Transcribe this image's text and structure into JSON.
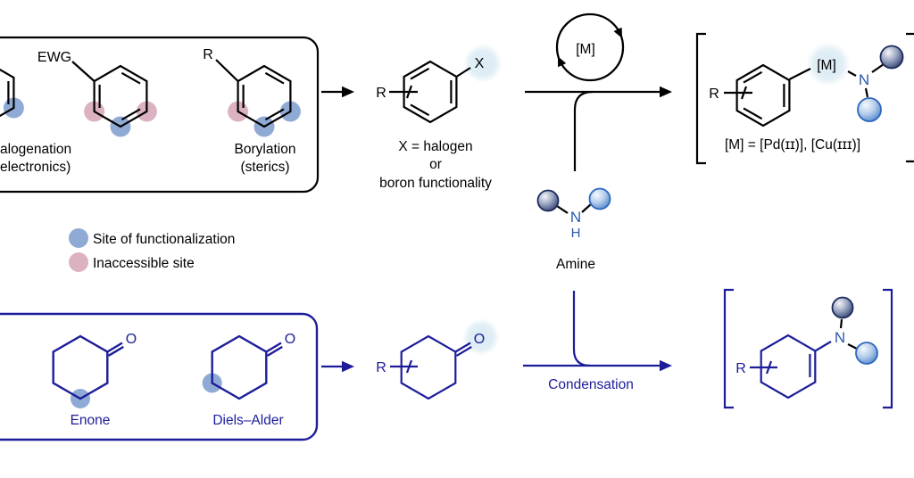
{
  "colors": {
    "line_black": "#000000",
    "navy": "#1d1d99",
    "atom_blue": "#2a58b0",
    "site_blue": "#8fabd5",
    "inaccessible_pink": "#dcb2c2",
    "halo_blue": "#ddecf5",
    "sphere_dark": "#1d2c5e",
    "sphere_light": "#3e78c6"
  },
  "arene_box": {
    "ewg_label": "EWG",
    "r_label": "R",
    "caption_left_line1": "alogenation",
    "caption_left_line2": "electronics)",
    "caption_right_line1": "Borylation",
    "caption_right_line2": "(sterics)"
  },
  "legend": {
    "items": [
      {
        "label": "Site of functionalization",
        "color": "#8fabd5"
      },
      {
        "label": "Inaccessible site",
        "color": "#dcb2c2"
      }
    ]
  },
  "halide_arene": {
    "r_label": "R",
    "x_label": "X",
    "caption_line1": "X = halogen",
    "caption_line2": "or",
    "caption_line3": "boron functionality"
  },
  "catalytic_cycle": {
    "metal_label": "[M]"
  },
  "metalation_product": {
    "r_label": "R",
    "metal_label": "[M]",
    "n_label": "N",
    "caption": "[M] = [Pd(ɪɪ)], [Cu(ɪɪɪ)]"
  },
  "amine": {
    "n_label": "N",
    "h_label": "H",
    "caption": "Amine"
  },
  "ketone_box": {
    "o_label_1": "O",
    "o_label_2": "O",
    "caption_left": "Enone",
    "caption_right": "Diels–Alder"
  },
  "ketone": {
    "r_label": "R",
    "o_label": "O"
  },
  "condensation": {
    "label": "Condensation"
  },
  "enamine_product": {
    "r_label": "R",
    "n_label": "N"
  }
}
